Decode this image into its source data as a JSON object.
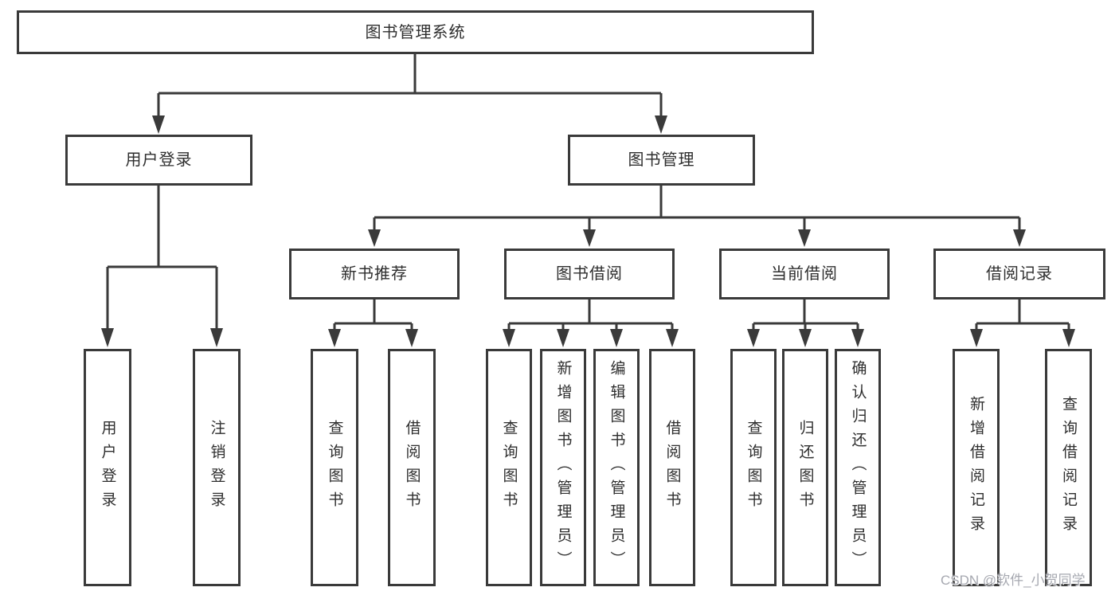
{
  "tree": {
    "label": "图书管理系统",
    "children": [
      {
        "label": "用户登录",
        "children": [
          {
            "label": "用户登录"
          },
          {
            "label": "注销登录"
          }
        ]
      },
      {
        "label": "图书管理",
        "children": [
          {
            "label": "新书推荐",
            "children": [
              {
                "label": "查询图书"
              },
              {
                "label": "借阅图书"
              }
            ]
          },
          {
            "label": "图书借阅",
            "children": [
              {
                "label": "查询图书"
              },
              {
                "label": "新增图书（管理员）"
              },
              {
                "label": "编辑图书（管理员）"
              },
              {
                "label": "借阅图书"
              }
            ]
          },
          {
            "label": "当前借阅",
            "children": [
              {
                "label": "查询图书"
              },
              {
                "label": "归还图书"
              },
              {
                "label": "确认归还（管理员）"
              }
            ]
          },
          {
            "label": "借阅记录",
            "children": [
              {
                "label": "新增借阅记录"
              },
              {
                "label": "查询借阅记录"
              }
            ]
          }
        ]
      }
    ]
  },
  "watermark": "CSDN @软件_小贺同学",
  "colors": {
    "line": "#3a3a3a",
    "box_border": "#3a3a3a",
    "text": "#2e2e2e",
    "watermark": "#a6a8b0",
    "background": "#ffffff"
  }
}
